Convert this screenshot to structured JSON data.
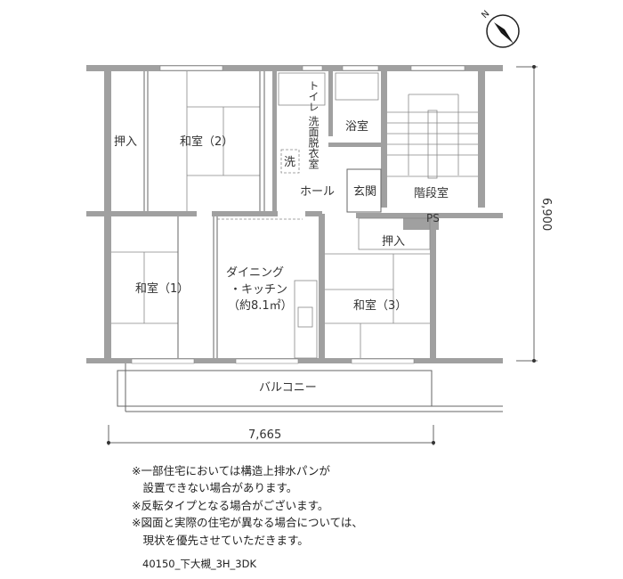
{
  "rooms": {
    "closet_top": "押入",
    "washitsu2": "和室（2）",
    "toilet": "トイレ",
    "washroom": "洗面脱衣室",
    "bath": "浴室",
    "washer": "洗",
    "hall": "ホール",
    "entrance": "玄関",
    "stairwell": "階段室",
    "ps": "PS",
    "closet_mid": "押入",
    "washitsu1": "和室（1）",
    "dk_line1": "ダイニング",
    "dk_line2": "・キッチン",
    "dk_line3": "（約8.1㎡）",
    "washitsu3": "和室（3）",
    "balcony": "バルコニー"
  },
  "dimensions": {
    "depth": "6,900",
    "width": "7,665"
  },
  "compass": {
    "label": "N"
  },
  "notes": [
    "※一部住宅においては構造上排水パンが",
    "　設置できない場合があります。",
    "※反転タイプとなる場合がございます。",
    "※図面と実際の住宅が異なる場合については、",
    "　現状を優先させていただきます。"
  ],
  "caption": "40150_下大槻_3H_3DK"
}
